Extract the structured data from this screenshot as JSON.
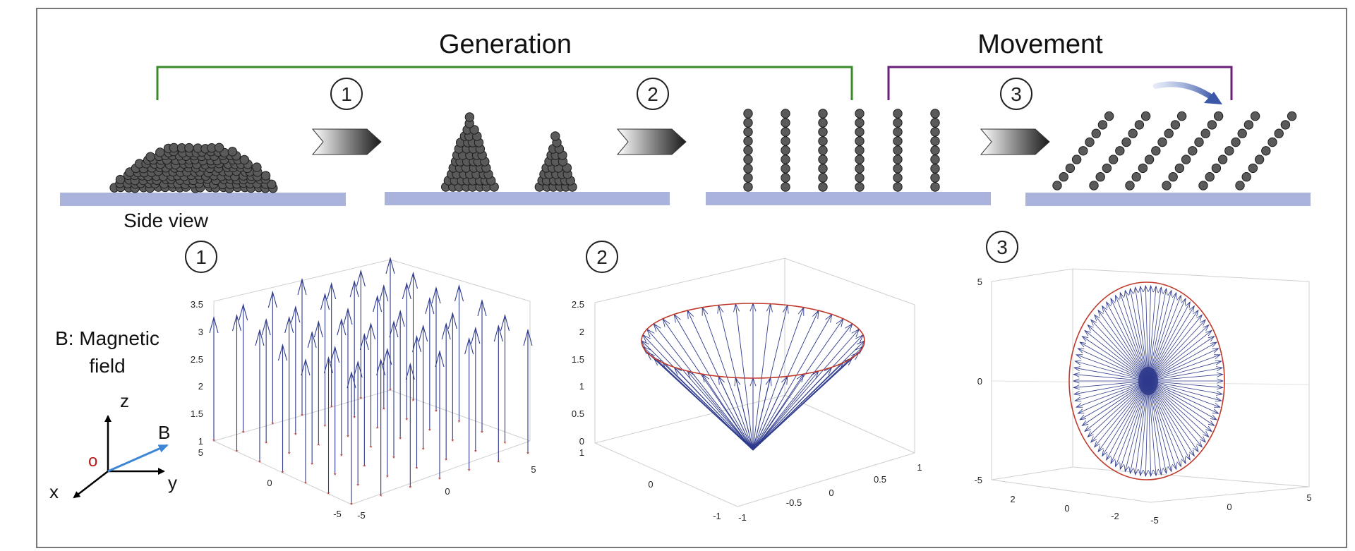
{
  "headers": {
    "generation": "Generation",
    "movement": "Movement"
  },
  "steps": [
    "1",
    "2",
    "3"
  ],
  "side_view_label": "Side view",
  "legend": {
    "line1": "B: Magnetic",
    "line2": "field",
    "axis_z": "z",
    "axis_x": "x",
    "axis_y": "y",
    "origin": "o",
    "vector": "B"
  },
  "plots": [
    {
      "z_ticks": [
        "3.5",
        "3",
        "2.5",
        "2",
        "1.5",
        "1"
      ],
      "x_ticks": [
        "5",
        "0",
        "-5"
      ],
      "y_ticks": [
        "-5",
        "0",
        "5"
      ]
    },
    {
      "z_ticks": [
        "2.5",
        "2",
        "1.5",
        "1",
        "0.5",
        "0"
      ],
      "x_ticks": [
        "1",
        "0",
        "-1"
      ],
      "y_ticks": [
        "-1",
        "-0.5",
        "0",
        "0.5",
        "1"
      ]
    },
    {
      "z_ticks": [
        "5",
        "0",
        "-5"
      ],
      "x_ticks": [
        "2",
        "0",
        "-2"
      ],
      "y_ticks": [
        "-5",
        "0",
        "5"
      ]
    }
  ],
  "colors": {
    "generation_bracket": "#3a8a2a",
    "movement_bracket": "#6a1f7a",
    "substrate": "#a9b3dc",
    "particle": "#5a5a5a",
    "field_arrow": "#2e3a8c",
    "marker": "#c0392b",
    "circle": "#c0392b",
    "b_vector": "#3d86d6"
  }
}
